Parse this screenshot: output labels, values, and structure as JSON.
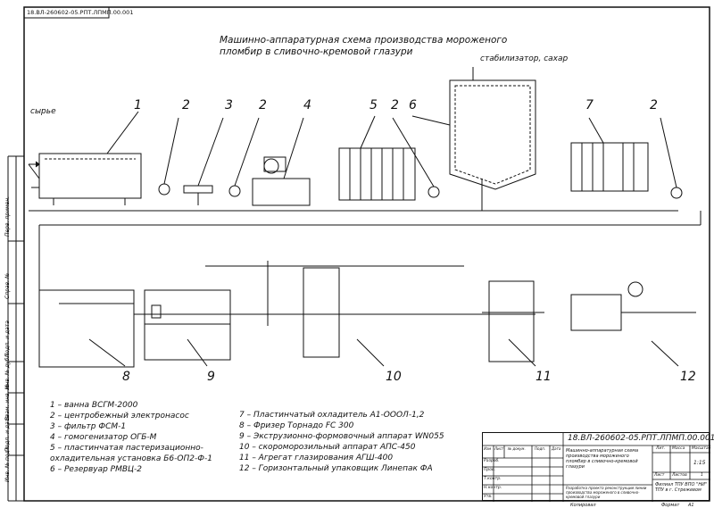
{
  "corner_code": "18.ВЛ-260602-05.РПТ.ЛПМП.00.001",
  "title": {
    "line1": "Машинно-аппаратурная схема производства мороженого",
    "line2": "пломбир в сливочно-кремовой глазури"
  },
  "inputs": {
    "raw": "сырье",
    "additives": "стабилизатор, сахар"
  },
  "equipment_numbers": {
    "n1": "1",
    "n2a": "2",
    "n3": "3",
    "n2b": "2",
    "n4": "4",
    "n5": "5",
    "n2c": "2",
    "n6": "6",
    "n7": "7",
    "n2d": "2",
    "n8": "8",
    "n9": "9",
    "n10": "10",
    "n11": "11",
    "n12": "12"
  },
  "legend_left": [
    "1 – ванна ВСГМ-2000",
    "2 – центробежный электронасос",
    "3 – фильтр ФСМ-1",
    "4 – гомогенизатор ОГБ-М",
    "5 – пластинчатая пастеризационно-",
    "охладительная установка Б6-ОП2-Ф-1",
    "6 – Резервуар РМВЦ-2"
  ],
  "legend_right": [
    "7 – Пластинчатый охладитель А1-ОООЛ-1,2",
    "8 – Фризер Торнадо FC 300",
    "9 – Экструзионно-формовочный аппарат WN055",
    "10 – скороморозильный аппарат АПС-450",
    "11 – Агрегат глазирования АГШ-400",
    "12 – Горизонтальный упаковщик Линепак ФА"
  ],
  "side_labels": [
    "Инв. № подл.",
    "Подп. и дата",
    "Взам. инв. №",
    "Инв. № дубл.",
    "Подп. и дата",
    "Справ. №",
    "Перв. примен."
  ],
  "stamp": {
    "doc_code": "18.ВЛ-260602-05.РПТ.ЛПМП.00.001",
    "header_cells": [
      "Изм",
      "Лист",
      "№ докум.",
      "Подп.",
      "Дата"
    ],
    "role_cells": [
      "Разраб.",
      "Пров.",
      "Т.контр.",
      "",
      "Н.контр.",
      "Утв."
    ],
    "doc_title": "Машинно-аппаратурная схема производства мороженого пломбир в сливочно-кремовой глазури",
    "lit_header": "Лит.",
    "mass_header": "Масса",
    "scale_header": "Масштаб",
    "scale_value": "1:15",
    "sheet_label": "Лист",
    "sheets_label": "Листов",
    "sheets_value": "1",
    "org": "Филиал ТПУ ВПО \"НИ\" ТПУ в г. Стрежевом",
    "subtitle": "Разработка проекта реконструкции линии производства мороженого в сливочно-кремовой глазури",
    "copied": "Копировал",
    "format_label": "Формат",
    "format_value": "А1"
  }
}
